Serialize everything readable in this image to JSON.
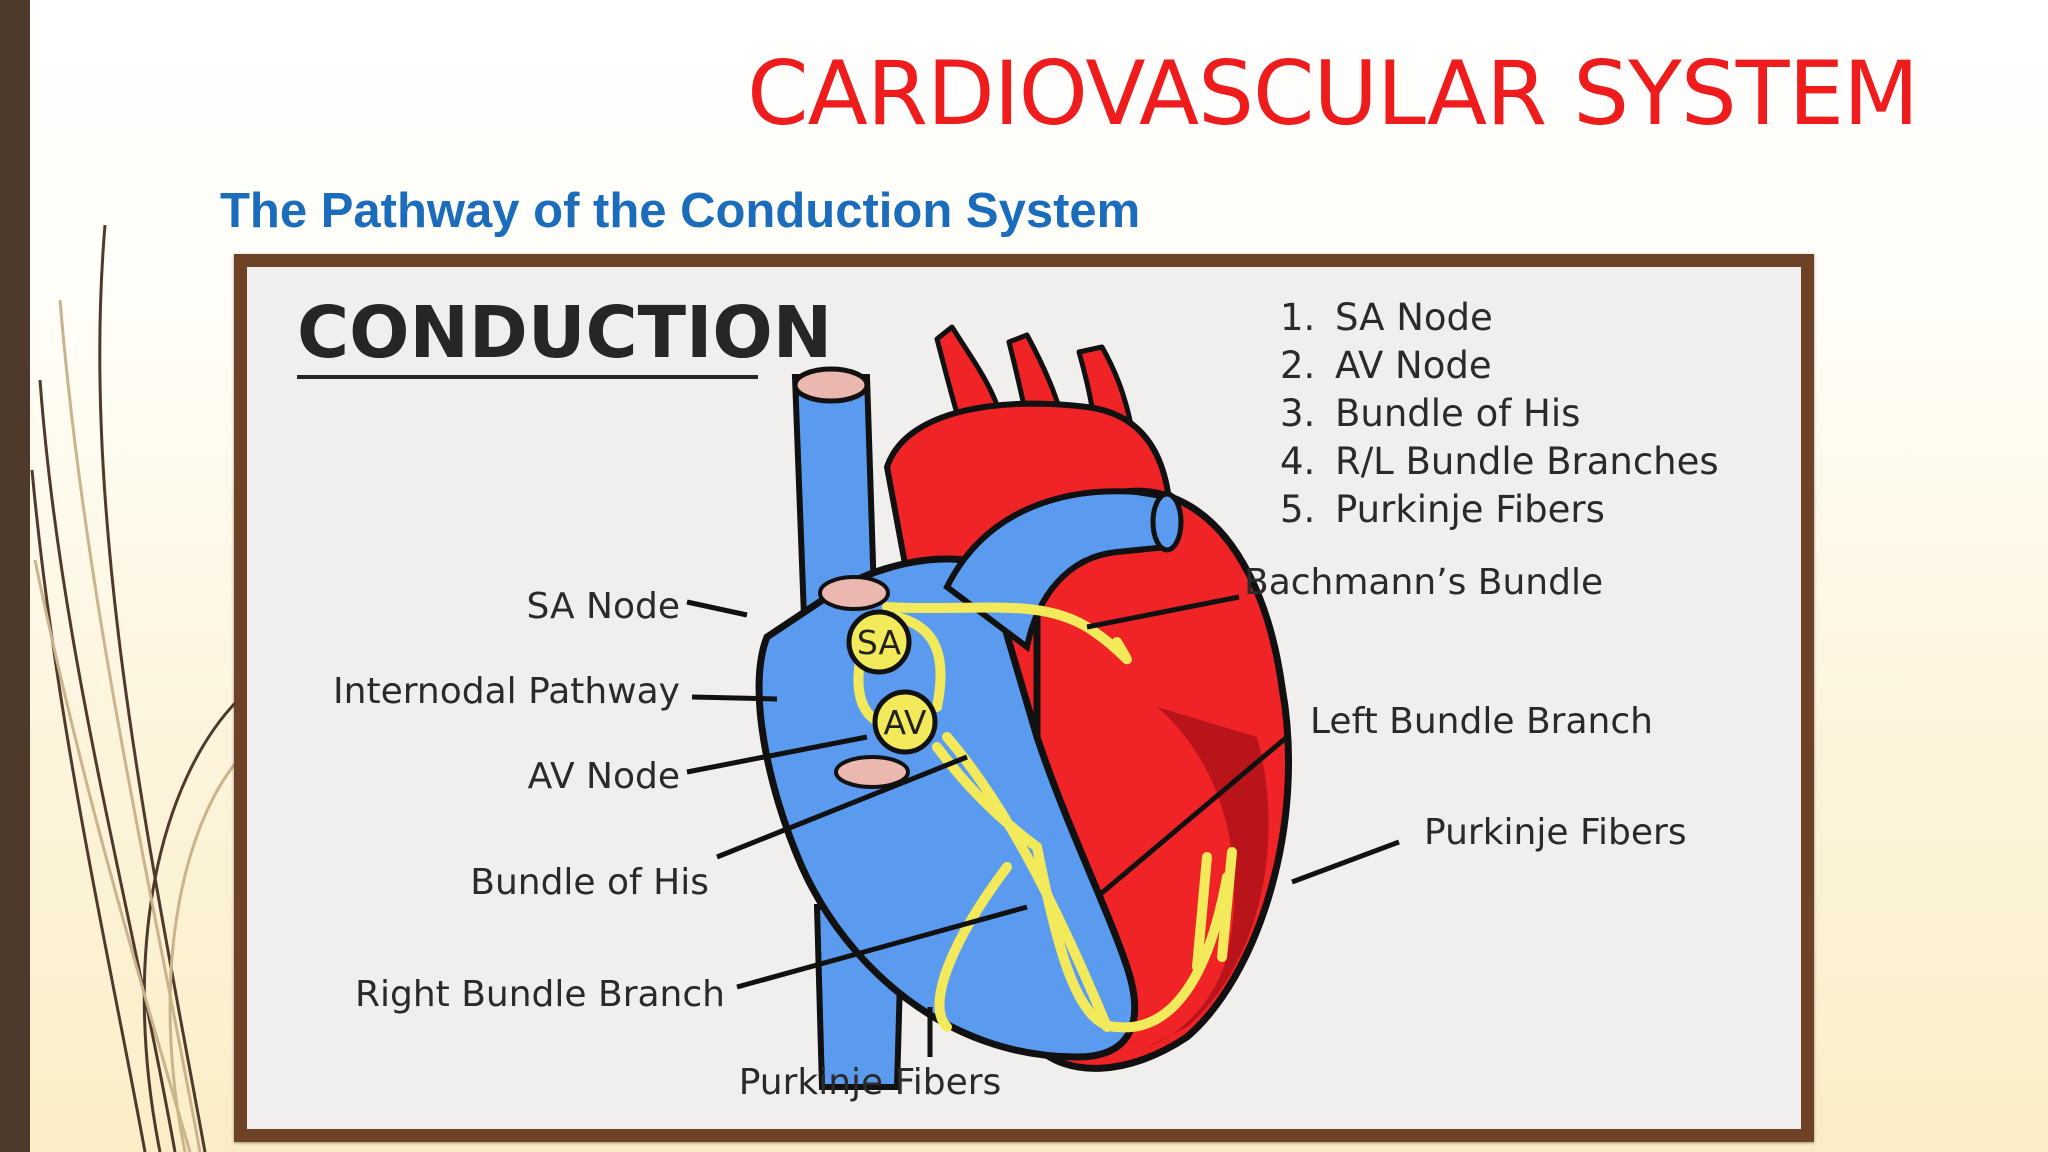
{
  "slide": {
    "title": "CARDIOVASCULAR SYSTEM",
    "subtitle": "The Pathway of the Conduction System"
  },
  "diagram": {
    "heading": "CONDUCTION",
    "steps": [
      {
        "num": "1.",
        "text": "SA Node"
      },
      {
        "num": "2.",
        "text": "AV Node"
      },
      {
        "num": "3.",
        "text": "Bundle of His"
      },
      {
        "num": "4.",
        "text": "R/L Bundle Branches"
      },
      {
        "num": "5.",
        "text": "Purkinje Fibers"
      }
    ],
    "labels": {
      "sa_node": "SA Node",
      "internodal_pathway": "Internodal Pathway",
      "av_node": "AV Node",
      "bundle_of_his": "Bundle of His",
      "right_bundle_branch": "Right Bundle Branch",
      "purkinje_bottom": "Purkinje Fibers",
      "bachmanns_bundle": "Bachmann’s Bundle",
      "left_bundle_branch": "Left Bundle Branch",
      "purkinje_right": "Purkinje Fibers"
    },
    "node_badges": {
      "sa": "SA",
      "av": "AV"
    },
    "colors": {
      "right_heart_blue": "#5b9bef",
      "left_heart_red": "#f02426",
      "dark_red": "#b8141a",
      "conduction_yellow": "#f2ea5a",
      "node_pink": "#ebb8b0"
    }
  }
}
